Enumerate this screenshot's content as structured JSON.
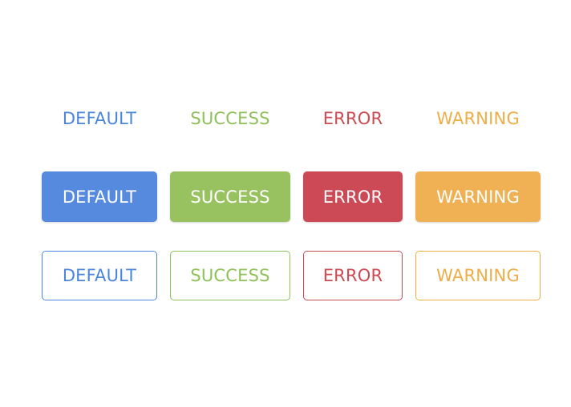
{
  "colors": {
    "default": "#558ade",
    "success": "#98c25f",
    "error": "#cc4a56",
    "warning": "#efb153"
  },
  "flat_buttons": {
    "default_label": "DEFAULT",
    "success_label": "SUCCESS",
    "error_label": "ERROR",
    "warning_label": "WARNING"
  },
  "filled_buttons": {
    "default_label": "DEFAULT",
    "success_label": "SUCCESS",
    "error_label": "ERROR",
    "warning_label": "WARNING"
  },
  "outline_buttons": {
    "default_label": "DEFAULT",
    "success_label": "SUCCESS",
    "error_label": "ERROR",
    "warning_label": "WARNING"
  }
}
